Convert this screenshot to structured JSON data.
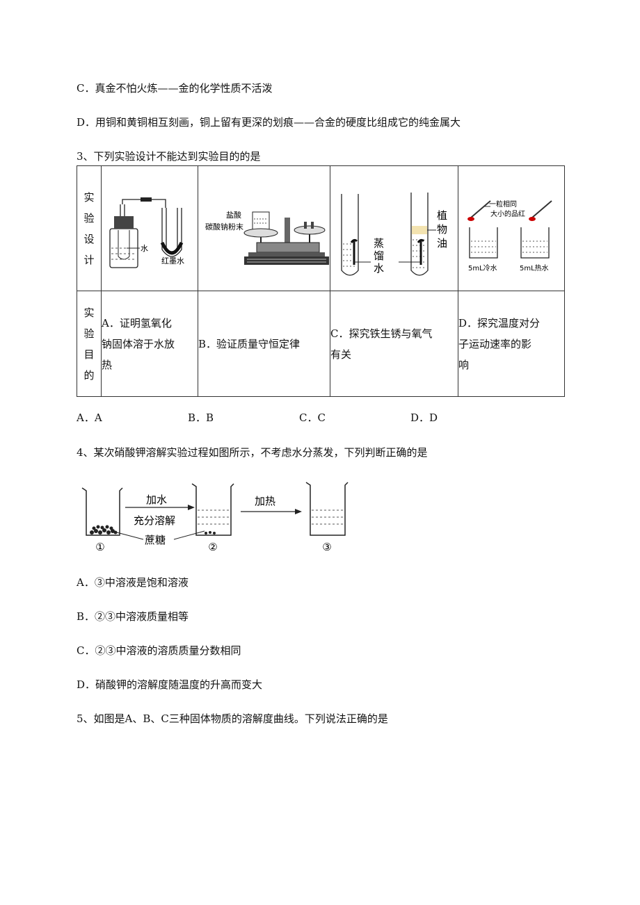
{
  "lines": {
    "c_prev": "C．真金不怕火炼——金的化学性质不活泼",
    "d_prev": "D．用铜和黄铜相互刻画，铜上留有更深的划痕——合金的硬度比组成它的纯金属大",
    "q3": "3、下列实验设计不能达到实验目的的是",
    "q4": "4、某次硝酸钾溶解实验过程如图所示，不考虑水分蒸发，下列判断正确的是",
    "q4a": "A．③中溶液是饱和溶液",
    "q4b": "B．②③中溶液质量相等",
    "q4c": "C．②③中溶液的溶质质量分数相同",
    "q4d": "D．硝酸钾的溶解度随温度的升高而变大",
    "q5": "5、如图是A、B、C三种固体物质的溶解度曲线。下列说法正确的是"
  },
  "table": {
    "row1_head": [
      "实",
      "验",
      "设",
      "计"
    ],
    "row2_head": [
      "实",
      "验",
      "目",
      "的"
    ],
    "fig_a": {
      "water": "水",
      "red_ink": "红墨水"
    },
    "fig_b": {
      "acid": "盐酸",
      "powder": "碳酸钠粉末"
    },
    "fig_c": {
      "distilled": [
        "蒸",
        "馏",
        "水"
      ],
      "oil": [
        "植",
        "物",
        "油"
      ]
    },
    "fig_d": {
      "label1": "一粒相同",
      "label2": "大小的品红",
      "cold": "5mL冷水",
      "hot": "5mL热水"
    },
    "purpose_a": [
      "A．证明氢氧化",
      "钠固体溶于水放",
      "热"
    ],
    "purpose_b": [
      "B．验证质量守恒定律"
    ],
    "purpose_c": [
      "C．探究铁生锈与氧气",
      "有关"
    ],
    "purpose_d": [
      "D．探究温度对分",
      "子运动速率的影",
      "响"
    ]
  },
  "q3_options": [
    "A．A",
    "B．B",
    "C．C",
    "D．D"
  ],
  "q4_figure": {
    "add_water": "加水",
    "dissolve": "充分溶解",
    "sugar": "蔗糖",
    "heat": "加热",
    "num1": "①",
    "num2": "②",
    "num3": "③"
  }
}
